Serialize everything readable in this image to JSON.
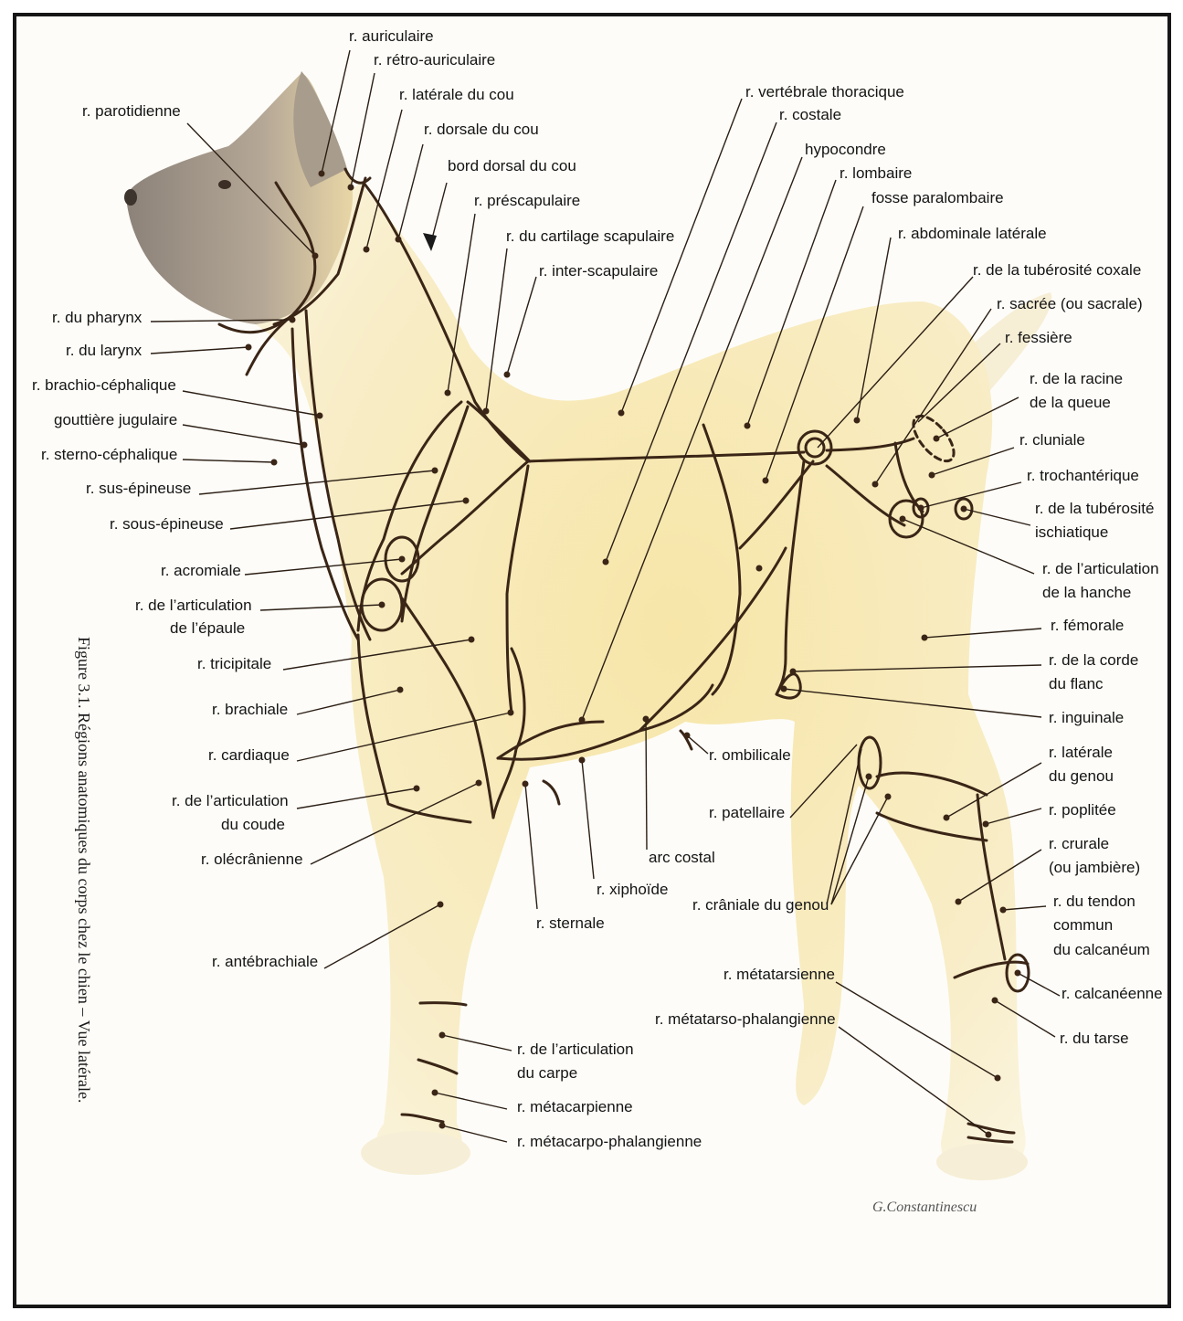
{
  "figure": {
    "caption": "Figure 3.1. Régions anatomiques du corps chez le chien – Vue latérale.",
    "signature": "G.Constantinescu"
  },
  "colors": {
    "body_fill": "#f6e8b6",
    "body_fill_light": "#faf1cf",
    "head_shade": "#9a8d82",
    "region_line": "#3a2516",
    "border": "#161616"
  },
  "labels": {
    "auriculaire": "r. auriculaire",
    "retro_auriculaire": "r. rétro-auriculaire",
    "laterale_cou": "r. latérale du cou",
    "dorsale_cou": "r. dorsale du cou",
    "bord_dorsal_cou": "bord dorsal du cou",
    "prescapulaire": "r. préscapulaire",
    "cartilage_scapulaire": "r. du cartilage scapulaire",
    "inter_scapulaire": "r. inter-scapulaire",
    "parotidienne": "r. parotidienne",
    "pharynx": "r. du pharynx",
    "larynx": "r. du larynx",
    "brachio_cephalique": "r. brachio-céphalique",
    "gouttiere_jugulaire": "gouttière jugulaire",
    "sterno_cephalique": "r. sterno-céphalique",
    "sus_epineuse": "r. sus-épineuse",
    "sous_epineuse": "r. sous-épineuse",
    "acromiale": "r. acromiale",
    "articulation_epaule_1": "r. de l’articulation",
    "articulation_epaule_2": "de l’épaule",
    "tricipitale": "r. tricipitale",
    "brachiale": "r. brachiale",
    "cardiaque": "r. cardiaque",
    "articulation_coude_1": "r. de l’articulation",
    "articulation_coude_2": "du coude",
    "olecranienne": "r. olécrânienne",
    "antebrachiale": "r. antébrachiale",
    "articulation_carpe_1": "r. de l’articulation",
    "articulation_carpe_2": "du carpe",
    "metacarpienne": "r. métacarpienne",
    "metacarpo_phalangienne": "r. métacarpo-phalangienne",
    "vertebrale_thoracique": "r. vertébrale thoracique",
    "costale": "r. costale",
    "hypocondre": "hypocondre",
    "lombaire": "r. lombaire",
    "fosse_paralombaire": "fosse paralombaire",
    "abdominale_laterale": "r. abdominale latérale",
    "tuberosite_coxale": "r. de la tubérosité coxale",
    "sacree": "r. sacrée (ou sacrale)",
    "fessiere": "r. fessière",
    "racine_queue_1": "r. de la racine",
    "racine_queue_2": "de la queue",
    "cluniale": "r. cluniale",
    "trochanterique": "r. trochantérique",
    "tuberosite_ischiatique_1": "r. de la tubérosité",
    "tuberosite_ischiatique_2": "ischiatique",
    "articulation_hanche_1": "r. de l’articulation",
    "articulation_hanche_2": "de la hanche",
    "femorale": "r. fémorale",
    "corde_flanc_1": "r. de la corde",
    "corde_flanc_2": "du flanc",
    "inguinale": "r. inguinale",
    "ombilicale": "r. ombilicale",
    "laterale_genou_1": "r. latérale",
    "laterale_genou_2": "du genou",
    "poplitee": "r. poplitée",
    "crurale_1": "r. crurale",
    "crurale_2": "(ou jambière)",
    "tendon_calcaneum_1": "r. du tendon",
    "tendon_calcaneum_2": "commun",
    "tendon_calcaneum_3": "du calcanéum",
    "calcaneenne": "r. calcanéenne",
    "tarse": "r. du tarse",
    "patellaire": "r. patellaire",
    "arc_costal": "arc costal",
    "xiphoide": "r. xiphoïde",
    "sternale": "r. sternale",
    "craniale_genou": "r. crâniale du genou",
    "metatarsienne": "r. métatarsienne",
    "metatarso_phalangienne": "r. métatarso-phalangienne"
  }
}
